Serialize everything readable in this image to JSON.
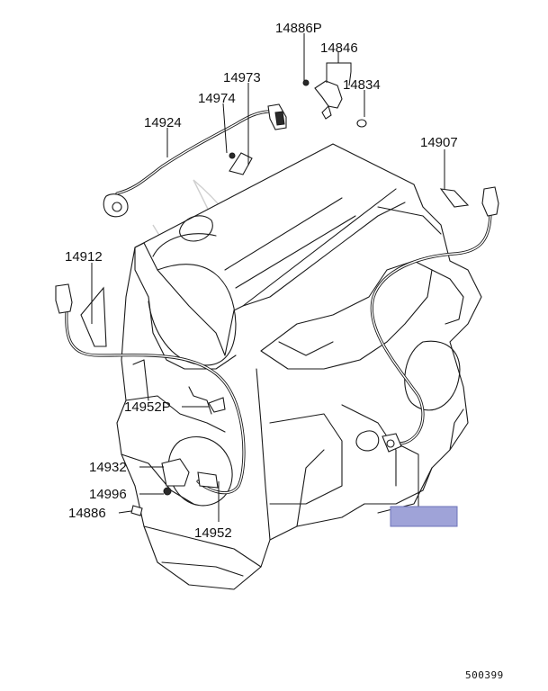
{
  "diagram": {
    "callouts": {
      "p14886P": "14886P",
      "p14846": "14846",
      "p14834": "14834",
      "p14973": "14973",
      "p14974": "14974",
      "p14924": "14924",
      "p14907": "14907",
      "p14912": "14912",
      "p14952P": "14952P",
      "p14932": "14932",
      "p14996": "14996",
      "p14886": "14886",
      "p14952": "14952"
    },
    "highlight_color": "#9fa3d8",
    "diagram_id": "500399"
  }
}
